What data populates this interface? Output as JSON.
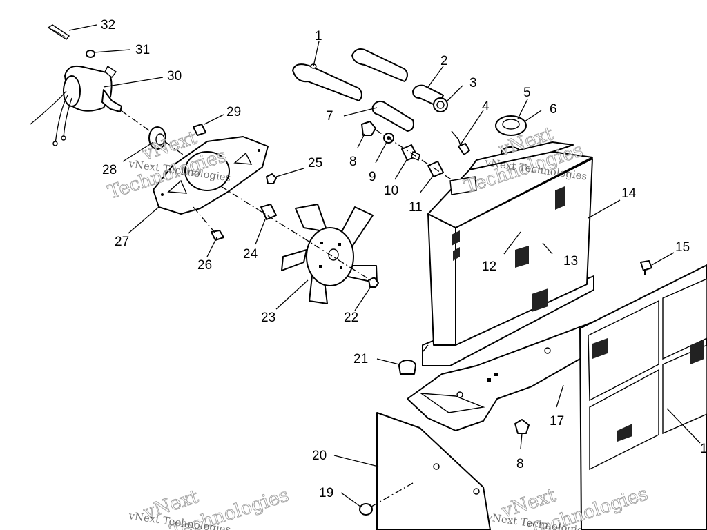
{
  "callouts": {
    "p1": "1",
    "p2": "2",
    "p3": "3",
    "p4": "4",
    "p5": "5",
    "p6": "6",
    "p7": "7",
    "p8a": "8",
    "p8b": "8",
    "p9": "9",
    "p10": "10",
    "p11": "11",
    "p12": "12",
    "p13": "13",
    "p14": "14",
    "p15": "15",
    "p16": "1",
    "p17": "17",
    "p19": "19",
    "p20": "20",
    "p21": "21",
    "p22": "22",
    "p23": "23",
    "p24": "24",
    "p25": "25",
    "p26": "26",
    "p27": "27",
    "p28": "28",
    "p29": "29",
    "p30": "30",
    "p31": "31",
    "p32": "32"
  },
  "watermark": {
    "line1": "vNext Technologies",
    "big1": "vNext",
    "big2": "Technologies"
  }
}
